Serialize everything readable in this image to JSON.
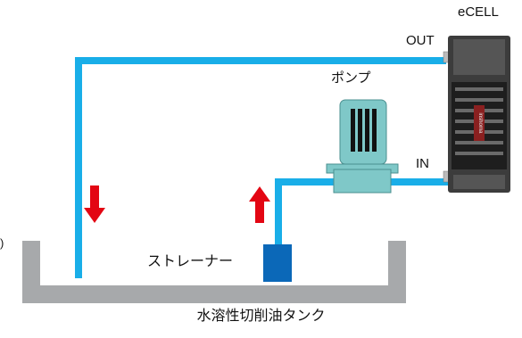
{
  "labels": {
    "ecell": "eCELL",
    "out": "OUT",
    "in": "IN",
    "pump": "ポンプ",
    "strainer": "ストレーナー",
    "tank": "水溶性切削油タンク",
    "edge_fragment": ")"
  },
  "unit_logo_text": "inshorna",
  "colors": {
    "pipe": "#19aee8",
    "tank": "#a7a9ab",
    "arrow": "#e30613",
    "pump": "#7fc8c8",
    "strainer": "#0b68b8",
    "unit": "#3c3c3c"
  }
}
